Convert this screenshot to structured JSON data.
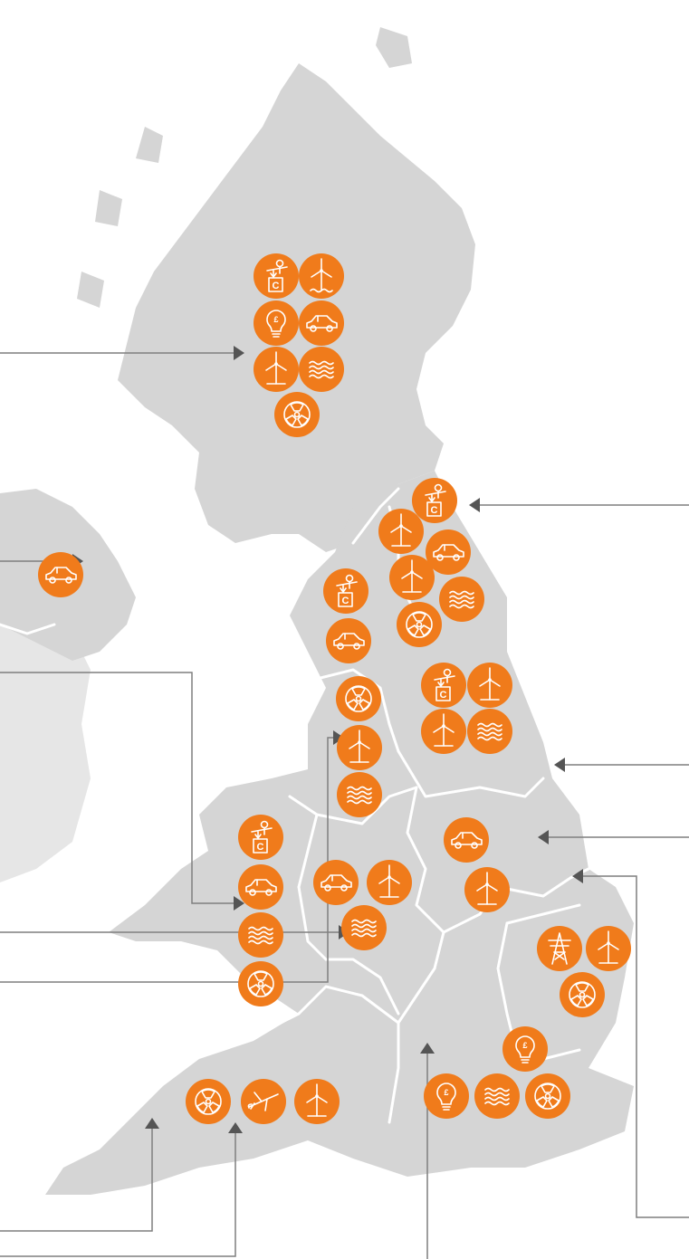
{
  "colors": {
    "badge": "#f07b1b",
    "land": "#d5d5d5",
    "land_secondary": "#e6e6e6",
    "region_border": "#ffffff",
    "leader_line": "#7f7f7f",
    "arrow": "#555555"
  },
  "regions": [
    {
      "name": "scotland",
      "icons": [
        "carbon-capture-icon",
        "offshore-wind-icon",
        "energy-efficiency-icon",
        "electric-vehicle-icon",
        "onshore-wind-icon",
        "marine-energy-icon",
        "nuclear-icon"
      ]
    },
    {
      "name": "northern-ireland",
      "icons": [
        "electric-vehicle-icon"
      ]
    },
    {
      "name": "north-east",
      "icons": [
        "carbon-capture-icon",
        "onshore-wind-icon",
        "electric-vehicle-icon",
        "onshore-wind-icon",
        "marine-energy-icon",
        "nuclear-icon"
      ]
    },
    {
      "name": "north-west",
      "icons": [
        "carbon-capture-icon",
        "electric-vehicle-icon",
        "nuclear-icon",
        "onshore-wind-icon",
        "marine-energy-icon"
      ]
    },
    {
      "name": "yorkshire-and-humber",
      "icons": [
        "carbon-capture-icon",
        "onshore-wind-icon",
        "onshore-wind-icon",
        "marine-energy-icon"
      ]
    },
    {
      "name": "wales",
      "icons": [
        "carbon-capture-icon",
        "electric-vehicle-icon",
        "marine-energy-icon",
        "nuclear-icon"
      ]
    },
    {
      "name": "west-midlands",
      "icons": [
        "electric-vehicle-icon",
        "onshore-wind-icon",
        "marine-energy-icon"
      ]
    },
    {
      "name": "east-midlands",
      "icons": [
        "electric-vehicle-icon",
        "onshore-wind-icon"
      ]
    },
    {
      "name": "east-of-england",
      "icons": [
        "power-grid-icon",
        "onshore-wind-icon",
        "nuclear-icon"
      ]
    },
    {
      "name": "london",
      "icons": [
        "energy-efficiency-icon"
      ]
    },
    {
      "name": "south-east",
      "icons": [
        "energy-efficiency-icon",
        "marine-energy-icon",
        "nuclear-icon"
      ]
    },
    {
      "name": "south-west",
      "icons": [
        "nuclear-icon",
        "aviation-icon",
        "onshore-wind-icon"
      ]
    }
  ]
}
